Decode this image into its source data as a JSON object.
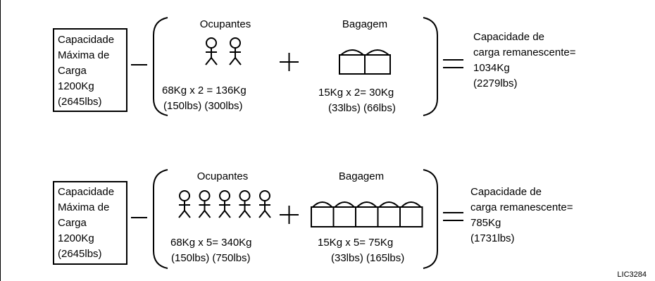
{
  "reference": "LIC3284",
  "examples": [
    {
      "capacity_lines": [
        "Capacidade",
        "Máxima de",
        "Carga",
        "1200Kg",
        "(2645lbs)"
      ],
      "minus": "−",
      "plus": "+",
      "equals": "=",
      "occupants_title": "Ocupantes",
      "occupants_count": 2,
      "occupants_calc_line1": "68Kg x 2 =  136Kg",
      "occupants_calc_line2": "(150lbs)  (300lbs)",
      "luggage_title": "Bagagem",
      "luggage_count": 2,
      "luggage_calc_line1": "15Kg x 2=  30Kg",
      "luggage_calc_line2": "(33lbs)  (66lbs)",
      "result_lines": [
        "Capacidade de",
        "carga remanescente=",
        "1034Kg",
        "(2279lbs)"
      ]
    },
    {
      "capacity_lines": [
        "Capacidade",
        "Máxima de",
        "Carga",
        "1200Kg",
        "(2645lbs)"
      ],
      "minus": "−",
      "plus": "+",
      "equals": "=",
      "occupants_title": "Ocupantes",
      "occupants_count": 5,
      "occupants_calc_line1": "68Kg x 5=  340Kg",
      "occupants_calc_line2": "(150lbs)  (750lbs)",
      "luggage_title": "Bagagem",
      "luggage_count": 5,
      "luggage_calc_line1": "15Kg x 5=  75Kg",
      "luggage_calc_line2": "(33lbs)  (165lbs)",
      "result_lines": [
        "Capacidade de",
        "carga remanescente=",
        "785Kg",
        "(1731lbs)"
      ]
    }
  ]
}
